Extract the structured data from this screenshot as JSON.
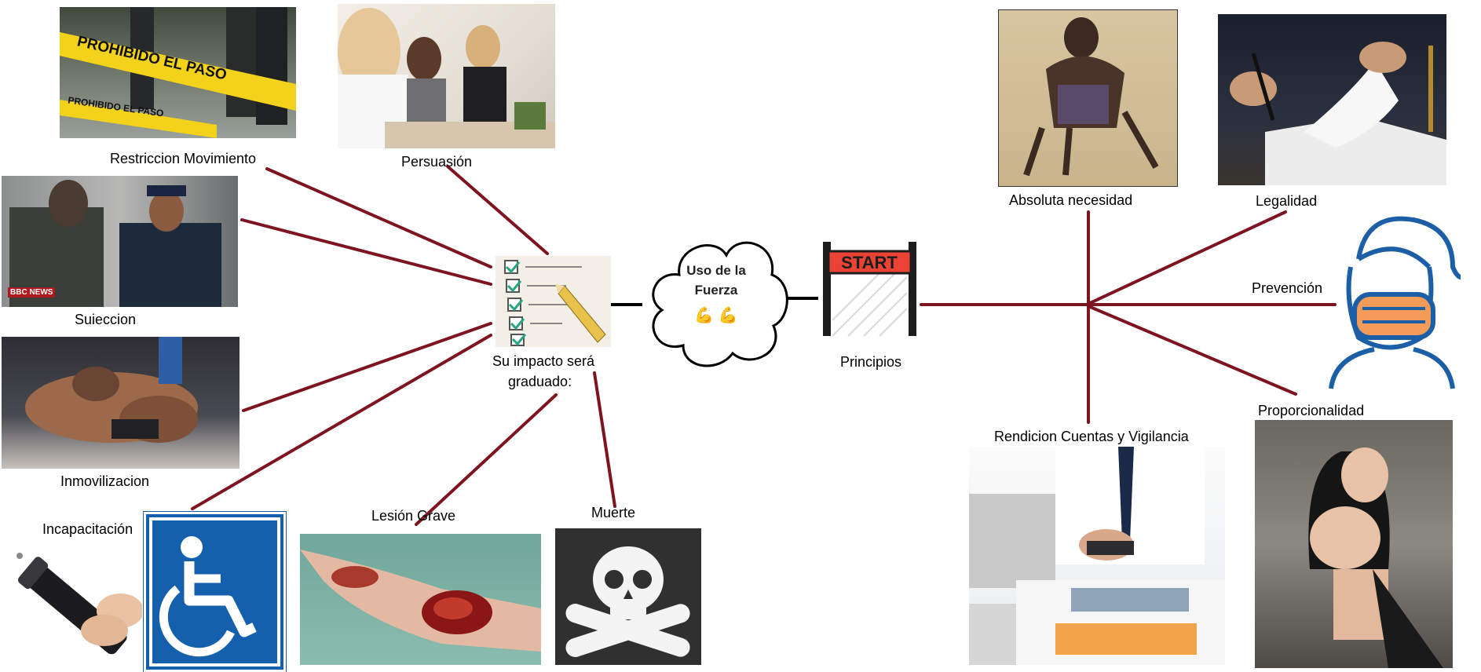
{
  "center": {
    "checklist_caption_line1": "Su impacto será",
    "checklist_caption_line2": "graduado:",
    "cloud_line1": "Uso de la",
    "cloud_line2": "Fuerza",
    "cloud_emoji": "💪 💪",
    "start_sign": "START",
    "principles_label": "Principios"
  },
  "force_levels": {
    "restriccion": "Restriccion Movimiento",
    "persuasion": "Persuasión",
    "sujecion": "Suieccion",
    "inmovilizacion": "Inmovilizacion",
    "incapacitacion": "Incapacitación",
    "lesion": "Lesión Grave",
    "muerte": "Muerte"
  },
  "photo_text": {
    "tape_line1": "PROHIBIDO EL PASO",
    "tape_line2": "PROHIBIDO EL PASO",
    "bbc_badge": "BBC NEWS"
  },
  "principles": {
    "necesidad": "Absoluta necesidad",
    "legalidad": "Legalidad",
    "prevencion": "Prevención",
    "proporcionalidad": "Proporcionalidad",
    "rendicion": "Rendicion Cuentas y Vigilancia"
  },
  "colors": {
    "connector": "#7f1421",
    "start_red": "#ea4335"
  }
}
